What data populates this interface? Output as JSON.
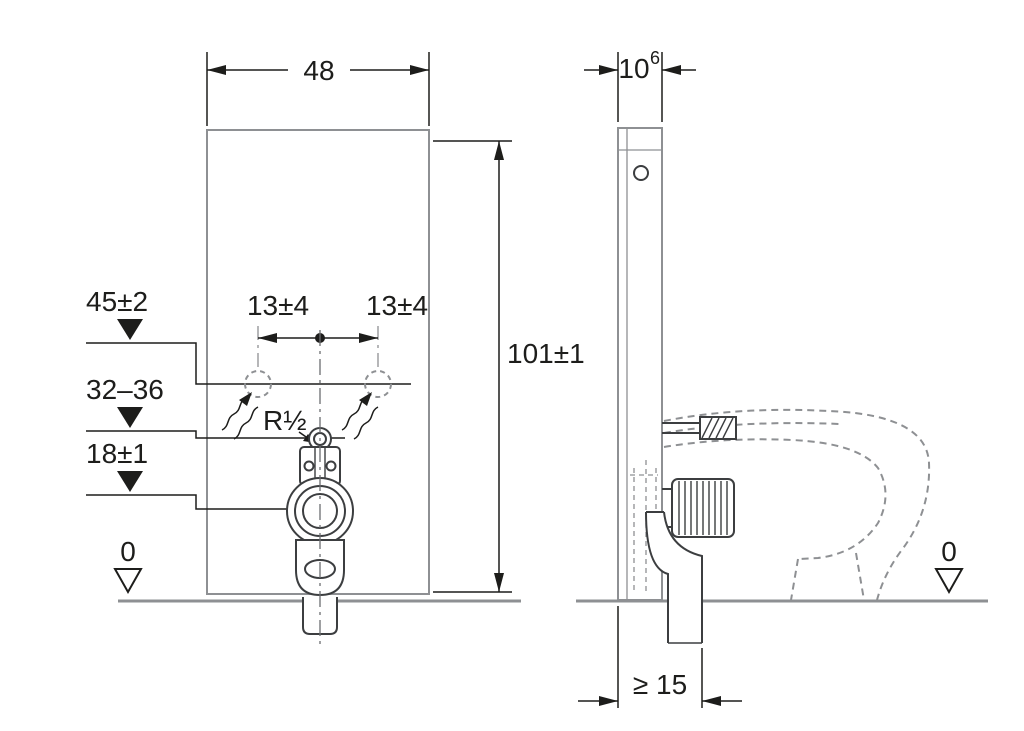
{
  "colors": {
    "ink": "#1d1d1b",
    "dark": "#3c3e40",
    "gray": "#8e9093",
    "bg": "#ffffff"
  },
  "front_view": {
    "width": "48",
    "height": "101±1",
    "supply_height": "45±2",
    "fixing_height": "32–36",
    "outlet_height": "18±1",
    "offset_left": "13±4",
    "offset_right": "13±4",
    "radius": "R½",
    "floor_zero": "0"
  },
  "side_view": {
    "depth": "10",
    "depth_sup": "6",
    "min_clearance": "≥ 15",
    "floor_zero": "0"
  }
}
